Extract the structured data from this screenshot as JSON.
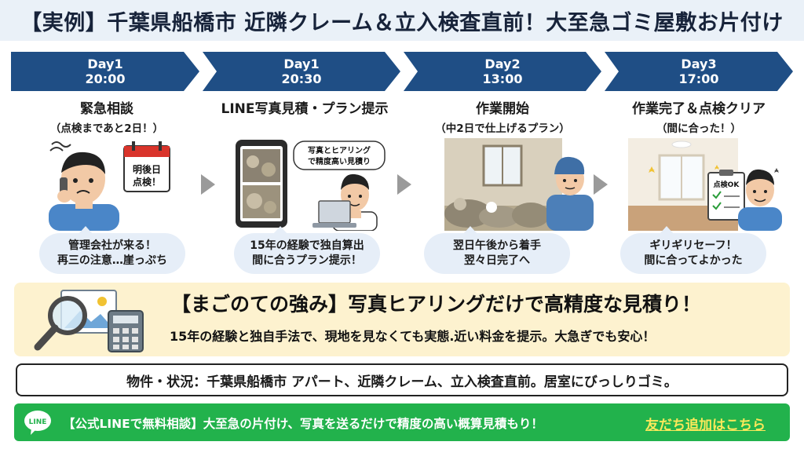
{
  "title": "【実例】千葉県船橋市 近隣クレーム＆立入検査直前！大至急ゴミ屋敷お片付け",
  "timeline": [
    {
      "day": "Day1",
      "time": "20:00",
      "title": "緊急相談",
      "subtitle": "（点検まであと2日！）",
      "bubble": [
        "管理会社が来る！",
        "再三の注意…崖っぷち"
      ]
    },
    {
      "day": "Day1",
      "time": "20:30",
      "title": "LINE写真見積・プラン提示",
      "subtitle": "",
      "bubble": [
        "15年の経験で独自算出",
        "間に合うプラン提示！"
      ]
    },
    {
      "day": "Day2",
      "time": "13:00",
      "title": "作業開始",
      "subtitle": "（中2日で仕上げるプラン）",
      "bubble": [
        "翌日午後から着手",
        "翌々日完了へ"
      ]
    },
    {
      "day": "Day3",
      "time": "17:00",
      "title": "作業完了＆点検クリア",
      "subtitle": "（間に合った！）",
      "bubble": [
        "ギリギリセーフ！",
        "間に合ってよかった"
      ]
    }
  ],
  "illustrations": {
    "calendar_text_1": "明後日",
    "calendar_text_2": "点検！",
    "speech_text_1": "写真とヒアリング",
    "speech_text_2": "で精度高い見積り",
    "clipboard_text": "点検OK"
  },
  "strength": {
    "title": "【まごのての強み】写真ヒアリングだけで高精度な見積り！",
    "description": "15年の経験と独自手法で、現地を見なくても実態.近い料金を提示。大急ぎでも安心！"
  },
  "property": "物件・状況：千葉県船橋市 アパート、近隣クレーム、立入検査直前。居室にびっしりゴミ。",
  "line_bar": {
    "logo_text": "LINE",
    "text": "【公式LINEで無料相談】大至急の片付け、写真を送るだけで精度の高い概算見積もり！",
    "link": "友だち追加はこちら"
  },
  "colors": {
    "chevron": "#1f4e85",
    "title_bg": "#eaf1f8",
    "bubble_bg": "#e6eef8",
    "strength_bg": "#fdf2cf",
    "line_green": "#22b24c",
    "link_yellow": "#fbe85a"
  }
}
